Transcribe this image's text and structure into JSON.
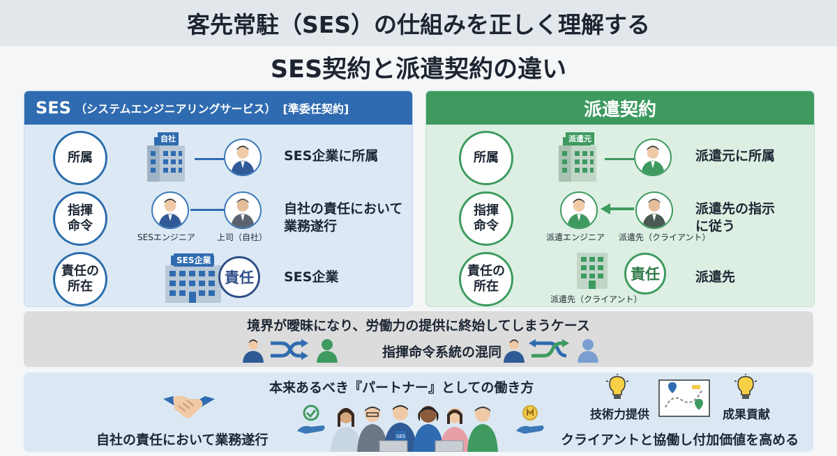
{
  "header": {
    "title": "客先常駐（SES）の仕組みを正しく理解する",
    "subtitle": "SES契約と派遣契約の違い"
  },
  "ses": {
    "heading_main": "SES",
    "heading_sub": "（システムエンジニアリングサービス）",
    "heading_bracket": "[準委任契約]",
    "rows": [
      {
        "label": "所属",
        "text": "SES企業に所属"
      },
      {
        "label": "指揮\n命令",
        "text": "自社の責任において\n業務遂行"
      },
      {
        "label": "責任の\n所在",
        "text": "SES企業"
      }
    ],
    "building1_label": "自社",
    "building2_label": "SES企業",
    "caption_engineer": "SESエンジニア",
    "caption_boss": "上司（自社）",
    "responsibility": "責任"
  },
  "haken": {
    "heading": "派遣契約",
    "rows": [
      {
        "label": "所属",
        "text": "派遣元に所属"
      },
      {
        "label": "指揮\n命令",
        "text": "派遣先の指示\nに従う"
      },
      {
        "label": "責任の\n所在",
        "text": "派遣先"
      }
    ],
    "building1_label": "派遣元",
    "caption_engineer": "派遣エンジニア",
    "caption_client": "派遣先（クライアント）",
    "caption_building": "派遣先（クライアント）",
    "responsibility": "責任"
  },
  "middle": {
    "title": "境界が曖昧になり、労働力の提供に終始してしまうケース",
    "text": "指揮命令系統の混同"
  },
  "bottom": {
    "title": "本来あるべき『パートナー』としての働き方",
    "left_text": "自社の責任において業務遂行",
    "right_text": "クライアントと協働し付加価値を高める",
    "tech_label": "技術力提供",
    "result_label": "成果貢献",
    "team_badge": "SES"
  },
  "colors": {
    "ses_blue": "#2f6bb0",
    "haken_green": "#3e9a5f"
  }
}
